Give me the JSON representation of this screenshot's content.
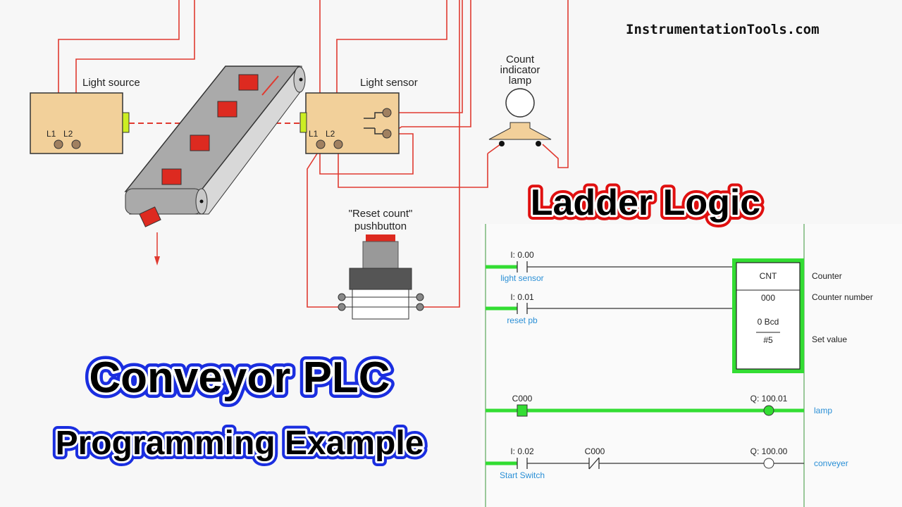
{
  "watermark": "InstrumentationTools.com",
  "diagram": {
    "light_source_label": "Light source",
    "light_sensor_label": "Light sensor",
    "terminal_l1": "L1",
    "terminal_l2": "L2",
    "lamp_label": [
      "Count",
      "indicator",
      "lamp"
    ],
    "pushbutton_label": [
      "\"Reset count\"",
      "pushbutton"
    ]
  },
  "titles": {
    "ladder_logic": "Ladder Logic",
    "main_line1": "Conveyor PLC",
    "main_line2": "Programming Example"
  },
  "ladder": {
    "rung1": {
      "address": "I: 0.00",
      "tag": "light sensor"
    },
    "rung2": {
      "address": "I: 0.01",
      "tag": "reset pb"
    },
    "counter": {
      "type": "CNT",
      "number": "000",
      "bcd": "0 Bcd",
      "set": "#5",
      "label_counter": "Counter",
      "label_number": "Counter number",
      "label_set": "Set value"
    },
    "rung3": {
      "contact": "C000",
      "coil": "Q: 100.01",
      "tag": "lamp"
    },
    "rung4": {
      "address": "I: 0.02",
      "tag": "Start Switch",
      "contact2": "C000",
      "coil": "Q: 100.00",
      "coil_tag": "conveyer"
    }
  },
  "colors": {
    "wire": "#e03a30",
    "energized": "#33dd33",
    "box": "#f2d09a",
    "tag": "#2a8fd6"
  }
}
